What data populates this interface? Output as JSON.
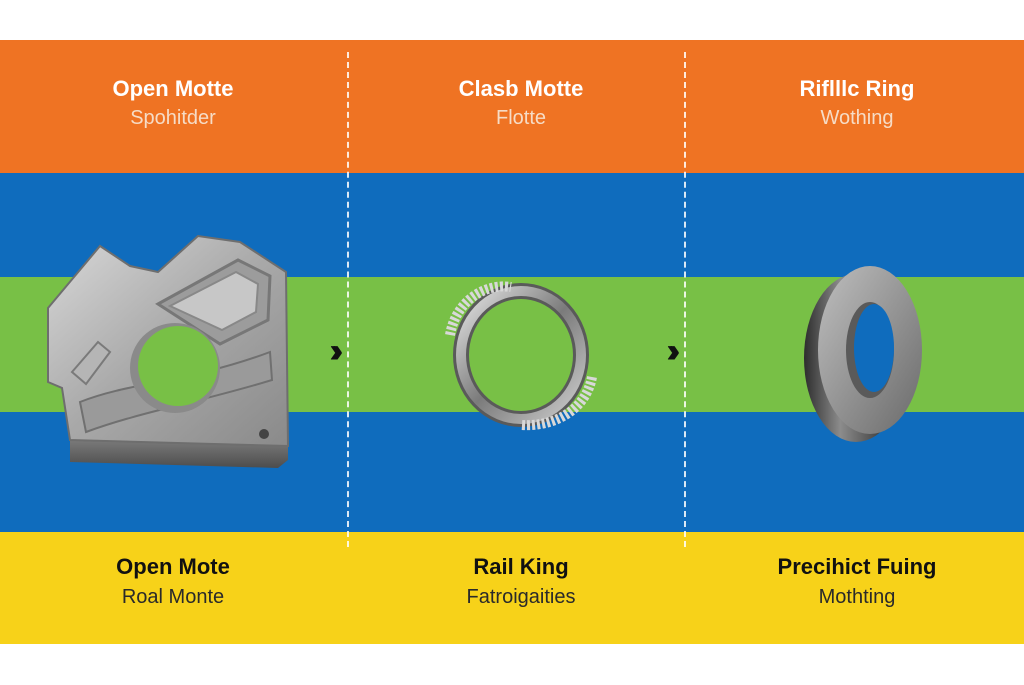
{
  "colors": {
    "top_band": "#ef7323",
    "blue_band": "#0f6cbd",
    "green_band": "#78c046",
    "bottom_band": "#f7d219"
  },
  "columns": [
    {
      "top_title": "Open Motte",
      "top_subtitle": "Spohitder",
      "part_icon": "machined-plate-icon",
      "bottom_title": "Open Mote",
      "bottom_subtitle": "Roal Monte"
    },
    {
      "top_title": "Clasb Motte",
      "top_subtitle": "Flotte",
      "part_icon": "spring-ring-icon",
      "bottom_title": "Rail King",
      "bottom_subtitle": "Fatroigaities"
    },
    {
      "top_title": "Riflllc Ring",
      "top_subtitle": "Wothing",
      "part_icon": "washer-ring-icon",
      "bottom_title": "Precihict Fuing",
      "bottom_subtitle": "Mothting"
    }
  ],
  "flow_arrows": [
    "double-chevron-right-icon",
    "double-chevron-right-icon"
  ]
}
